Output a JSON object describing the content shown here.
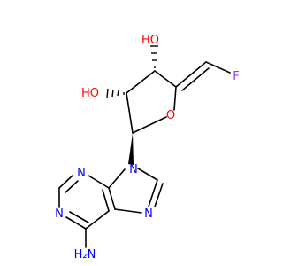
{
  "molecule": {
    "atoms": {
      "ho_top": "HO",
      "ho_left": "HO",
      "ring_oxygen": "O",
      "fluorine": "F",
      "n9": "N",
      "n3": "N",
      "n1": "N",
      "n7": "N",
      "amine": "H₂N"
    },
    "colors": {
      "oxygen": "#ff0000",
      "nitrogen": "#0000ff",
      "fluorine": "#9b30ff",
      "bond": "#000000"
    }
  }
}
